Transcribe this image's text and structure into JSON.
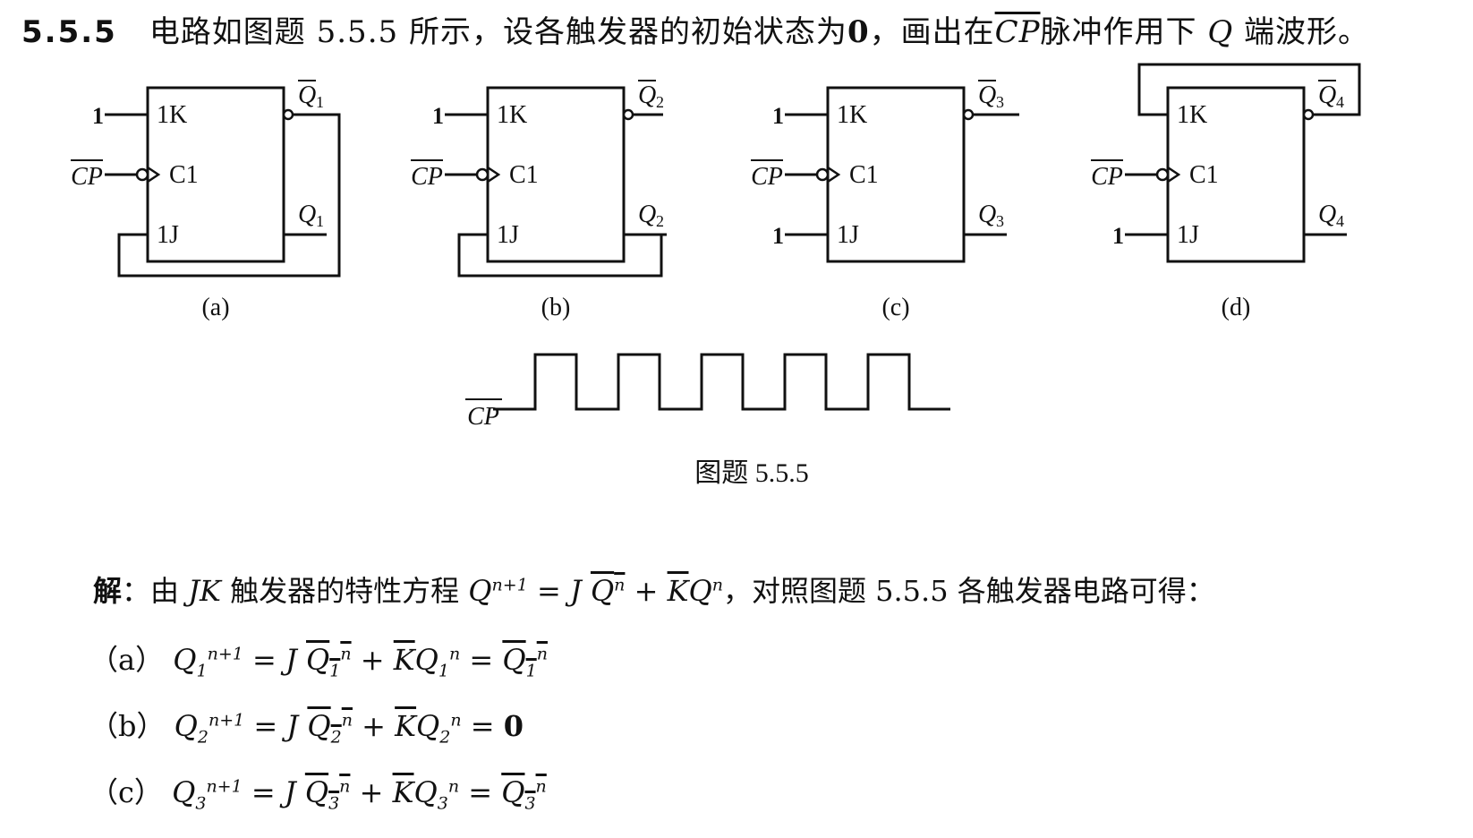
{
  "problem": {
    "number": "5.5.5",
    "text_before": "电路如图题 5.5.5 所示，设各触发器的初始状态为",
    "initial_state": "0",
    "text_mid": "，画出在",
    "cp_bar": "CP",
    "text_after": "脉冲作用下",
    "q": "Q",
    "text_end": "端波形。"
  },
  "figure": {
    "circuits": [
      {
        "id": "a",
        "caption": "(a)",
        "k_input": "1",
        "j_input": "",
        "cp": "CP",
        "pin_k": "1K",
        "pin_c": "C1",
        "pin_j": "1J",
        "qbar_label": "Q",
        "q_label": "Q",
        "sub": "1"
      },
      {
        "id": "b",
        "caption": "(b)",
        "k_input": "1",
        "j_input": "",
        "cp": "CP",
        "pin_k": "1K",
        "pin_c": "C1",
        "pin_j": "1J",
        "qbar_label": "Q",
        "q_label": "Q",
        "sub": "2"
      },
      {
        "id": "c",
        "caption": "(c)",
        "k_input": "1",
        "j_input": "1",
        "cp": "CP",
        "pin_k": "1K",
        "pin_c": "C1",
        "pin_j": "1J",
        "qbar_label": "Q",
        "q_label": "Q",
        "sub": "3"
      },
      {
        "id": "d",
        "caption": "(d)",
        "k_input": "",
        "j_input": "1",
        "cp": "CP",
        "pin_k": "1K",
        "pin_c": "C1",
        "pin_j": "1J",
        "qbar_label": "Q",
        "q_label": "Q",
        "sub": "4"
      }
    ],
    "waveform_label": "CP",
    "waveform_pulses": 5,
    "caption": "图题 5.5.5"
  },
  "solution": {
    "label": "解",
    "intro_before": "：由",
    "jk": "JK",
    "intro_mid": "触发器的特性方程",
    "intro_after": "，对照图题 5.5.5 各触发器电路可得：",
    "lines": [
      {
        "tag": "（a）",
        "sub": "1",
        "result": "Q̄₁ⁿ"
      },
      {
        "tag": "（b）",
        "sub": "2",
        "result": "0"
      },
      {
        "tag": "（c）",
        "sub": "3",
        "result": "Q̄₃ⁿ"
      }
    ]
  }
}
